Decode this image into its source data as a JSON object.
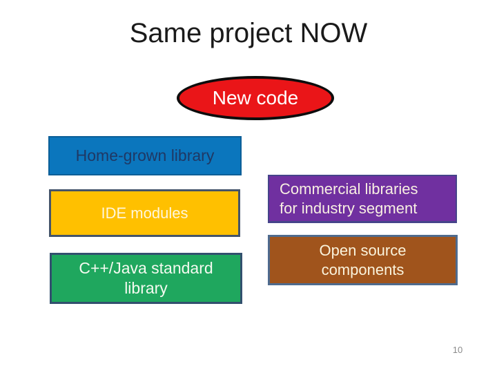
{
  "slide": {
    "title": "Same project NOW",
    "page_number": "10",
    "background_color": "#ffffff",
    "title_color": "#1a1a1a",
    "page_number_color": "#8a8a8a"
  },
  "diagram": {
    "new_code_bubble": {
      "label": "New code",
      "shape": "ellipse",
      "fill": "#ea1518",
      "border_color": "#0d0d0d",
      "text_color": "#ffffff"
    },
    "boxes": [
      {
        "id": "home-grown-library",
        "label": "Home-grown library",
        "fill": "#0b76bd",
        "border_color": "#0b5e97",
        "text_color": "#1f3864"
      },
      {
        "id": "ide-modules",
        "label": "IDE modules",
        "fill": "#ffc000",
        "border_color": "#44546a",
        "text_color": "#fff6dc"
      },
      {
        "id": "cpp-java-standard-library",
        "label": "C++/Java standard\nlibrary",
        "fill": "#1fa75e",
        "border_color": "#32506e",
        "text_color": "#f4faf0"
      },
      {
        "id": "commercial-libraries-for-industry-segment",
        "label": "Commercial libraries\nfor industry segment",
        "fill": "#7030a0",
        "border_color": "#45448a",
        "text_color": "#f8efe2"
      },
      {
        "id": "open-source-components",
        "label": "Open source\ncomponents",
        "fill": "#a0541c",
        "border_color": "#4f6b8e",
        "text_color": "#faf3dc"
      }
    ]
  }
}
